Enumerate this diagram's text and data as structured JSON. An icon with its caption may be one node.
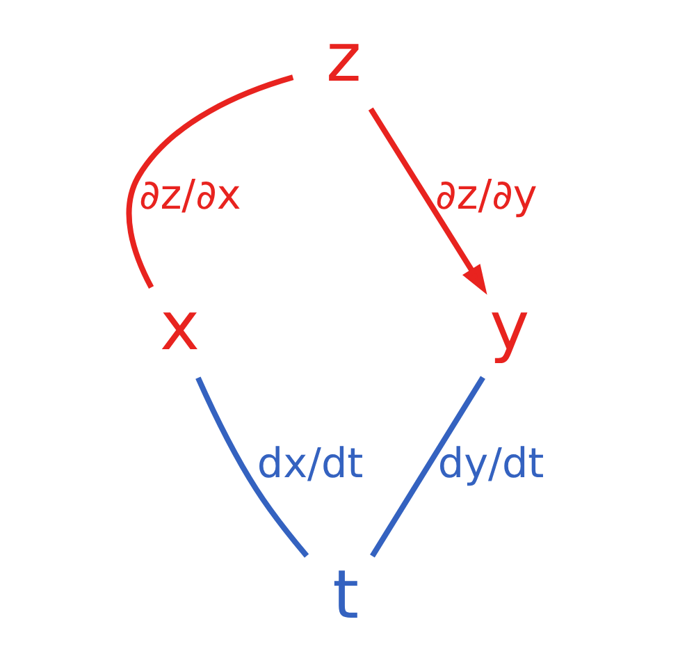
{
  "diagram": {
    "nodes": [
      {
        "text": [
          "z"
        ]
      },
      {
        "text": [
          "x"
        ]
      },
      {
        "text": [
          "y"
        ]
      },
      {
        "text": [
          "t"
        ]
      }
    ],
    "edges": [
      {
        "from": 0,
        "to": 1,
        "arrow": "none",
        "label": "∂z/∂x",
        "color": "#e8231f"
      },
      {
        "from": 0,
        "to": 2,
        "arrow": "to",
        "label": "∂z/∂y",
        "color": "#e8231f"
      },
      {
        "from": 1,
        "to": 3,
        "arrow": "none",
        "label": "dx/dt",
        "color": "#3462c0"
      },
      {
        "from": 2,
        "to": 3,
        "arrow": "none",
        "label": "dy/dt",
        "color": "#3462c0"
      }
    ]
  }
}
